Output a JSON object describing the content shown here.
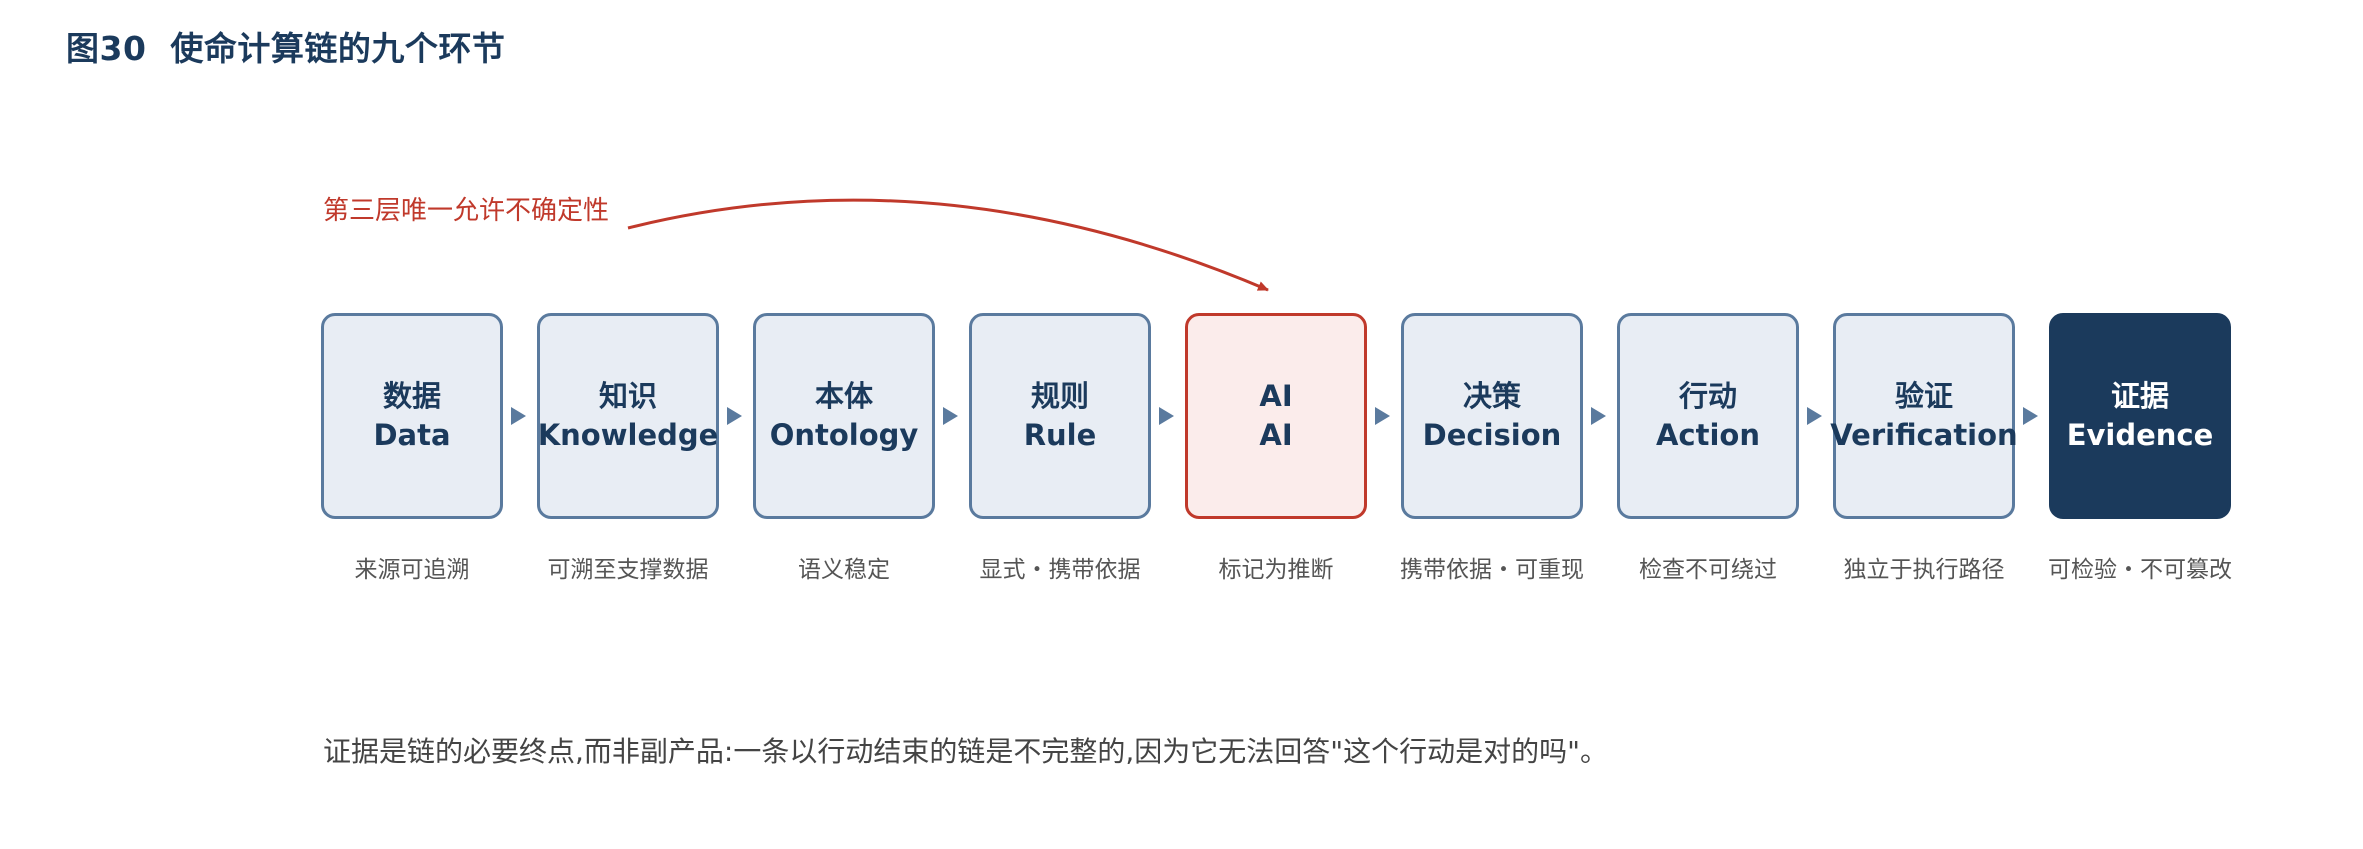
{
  "figure": {
    "label": "图30",
    "title": "使命计算链的九个环节"
  },
  "annotation": {
    "text": "第三层唯一允许不确定性",
    "color": "#c0392b"
  },
  "chain": [
    {
      "zh": "数据",
      "en": "Data",
      "note": "来源可追溯"
    },
    {
      "zh": "知识",
      "en": "Knowledge",
      "note": "可溯至支撑数据"
    },
    {
      "zh": "本体",
      "en": "Ontology",
      "note": "语义稳定"
    },
    {
      "zh": "规则",
      "en": "Rule",
      "note": "显式・携带依据"
    },
    {
      "zh": "AI",
      "en": "AI",
      "note": "标记为推断"
    },
    {
      "zh": "决策",
      "en": "Decision",
      "note": "携带依据・可重现"
    },
    {
      "zh": "行动",
      "en": "Action",
      "note": "检查不可绕过"
    },
    {
      "zh": "验证",
      "en": "Verification",
      "note": "独立于执行路径"
    },
    {
      "zh": "证据",
      "en": "Evidence",
      "note": "可检验・不可篡改"
    }
  ],
  "footnote": "证据是链的必要终点,而非副产品:一条以行动结束的链是不完整的,因为它无法回答\"这个行动是对的吗\"。",
  "colors": {
    "primary": "#1b3a5c",
    "box_border": "#5a7a9e",
    "box_fill": "#e8edf4",
    "highlight": "#c0392b",
    "highlight_fill": "#fbeceb"
  }
}
